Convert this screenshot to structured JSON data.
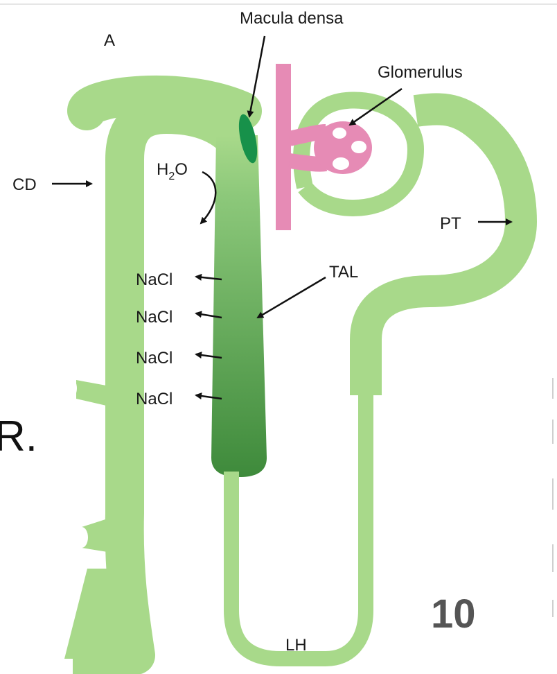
{
  "diagram": {
    "panel_letter": "A",
    "labels": {
      "macula_densa": "Macula densa",
      "glomerulus": "Glomerulus",
      "cd": "CD",
      "pt": "PT",
      "tal": "TAL",
      "lh": "LH",
      "water_base": "H",
      "water_sub": "2",
      "water_end": "O",
      "nacl": [
        "NaCl",
        "NaCl",
        "NaCl",
        "NaCl"
      ]
    },
    "colors": {
      "tubule": "#a8d98a",
      "tal_light": "#8cc87a",
      "tal_dark": "#3e8a3b",
      "macula_densa": "#17914a",
      "glomerulus": "#e68bb5",
      "arrow": "#111111"
    }
  },
  "page_number": "10",
  "edge_text_fragment": "R."
}
